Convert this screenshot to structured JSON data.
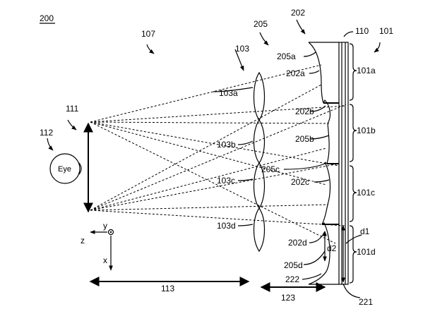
{
  "figure": {
    "figure_number": "200",
    "eye_text": "Eye",
    "labels": {
      "l101": "101",
      "l101a": "101a",
      "l101b": "101b",
      "l101c": "101c",
      "l101d": "101d",
      "l103": "103",
      "l103a": "103a",
      "l103b": "103b",
      "l103c": "103c",
      "l103d": "103d",
      "l107": "107",
      "l110": "110",
      "l111": "111",
      "l112": "112",
      "l113": "113",
      "l123": "123",
      "l202": "202",
      "l202a": "202a",
      "l202b": "202b",
      "l202c": "202c",
      "l202d": "202d",
      "l205": "205",
      "l205a": "205a",
      "l205b": "205b",
      "l205c": "205c",
      "l205d": "205d",
      "l221": "221",
      "l222": "222",
      "d1": "d1",
      "d2": "d2",
      "axis_x": "x",
      "axis_y": "y",
      "axis_z": "z"
    }
  }
}
